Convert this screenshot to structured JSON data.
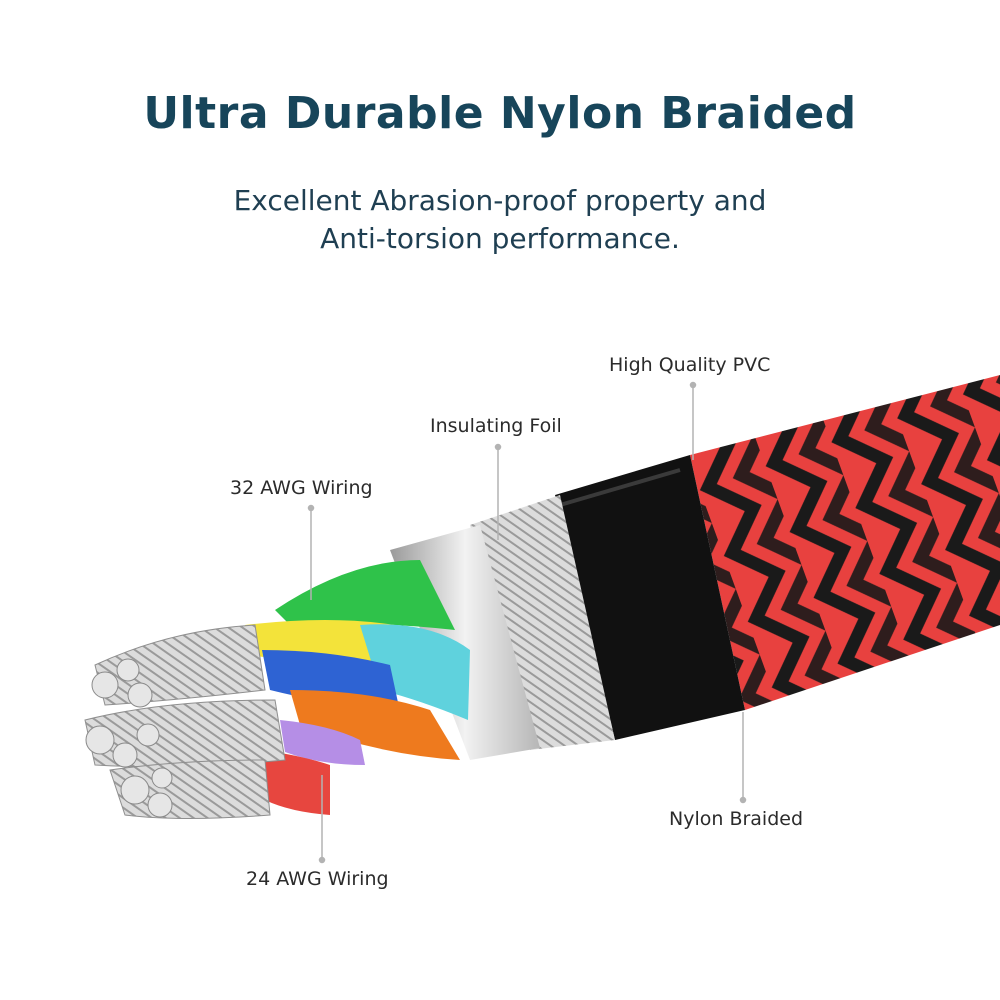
{
  "heading": {
    "title": "Ultra Durable Nylon Braided",
    "subtitle_line1": "Excellent Abrasion-proof property and",
    "subtitle_line2": "Anti-torsion performance."
  },
  "callouts": {
    "pvc": "High Quality PVC",
    "foil": "Insulating Foil",
    "awg32": "32 AWG Wiring",
    "nylon": "Nylon Braided",
    "awg24": "24 AWG Wiring"
  },
  "colors": {
    "heading": "#17455a",
    "subtitle": "#1f3f52",
    "label": "#2b2b2b",
    "leader": "#b3b3b3",
    "braid_red": "#e8413f",
    "braid_black": "#1a1a1a",
    "pvc_black": "#111111",
    "foil_silver": "#d6d6d6",
    "wire_green": "#2fc24a",
    "wire_yellow": "#f3e33a",
    "wire_blue": "#2e63d3",
    "wire_cyan": "#5fd2dd",
    "wire_orange": "#ee7a1e",
    "wire_purple": "#b58ee6",
    "wire_red": "#e7463f",
    "copper_silver": "#c9c9c9"
  }
}
